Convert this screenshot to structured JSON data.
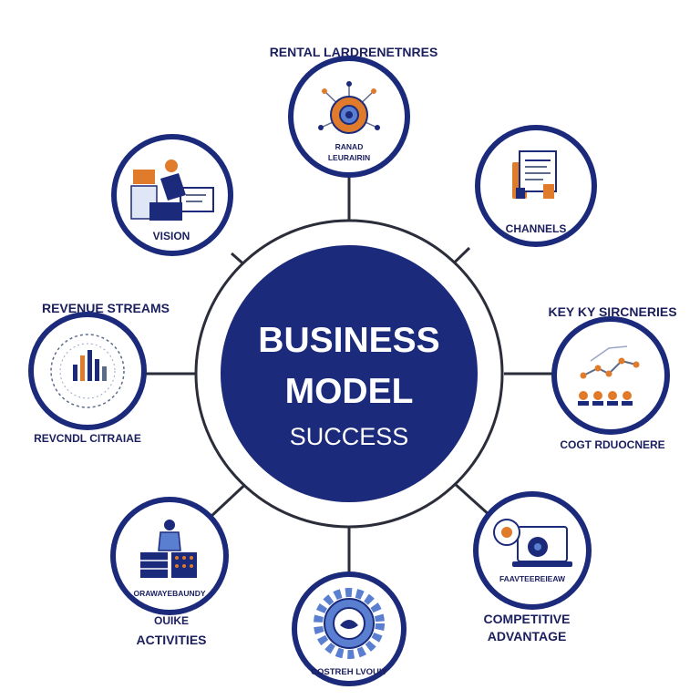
{
  "hub": {
    "line1": "BUSINESS",
    "line2": "MODEL",
    "line3": "SUCCESS"
  },
  "nodes": {
    "rental": {
      "title": "RENTAL LARDRENETNRES",
      "inner_line1": "RANAD",
      "inner_line2": "LEURAIRIN"
    },
    "channels": {
      "inner": "CHANNELS"
    },
    "vision": {
      "inner": "VISION"
    },
    "revenue": {
      "title": "REVENUE STREAMS",
      "caption": "REVCNDL CITRAIAE"
    },
    "key": {
      "title": "KEY KY SIRCNERIES",
      "caption": "COGT RDUOCNERE"
    },
    "activities": {
      "inner": "ORAWAYEBAUNDY",
      "caption_line1": "OUIKE",
      "caption_line2": "ACTIVITIES"
    },
    "competitive": {
      "inner": "FAAVTEEREIEAW",
      "caption_line1": "COMPETITIVE",
      "caption_line2": "ADVANTAGE"
    },
    "cost": {
      "inner": "COSTREH LVOUIY"
    }
  },
  "colors": {
    "navy": "#1b2a7a",
    "text_navy": "#1b1f5e",
    "orange": "#e07b2c",
    "slate": "#5d6b8a"
  }
}
